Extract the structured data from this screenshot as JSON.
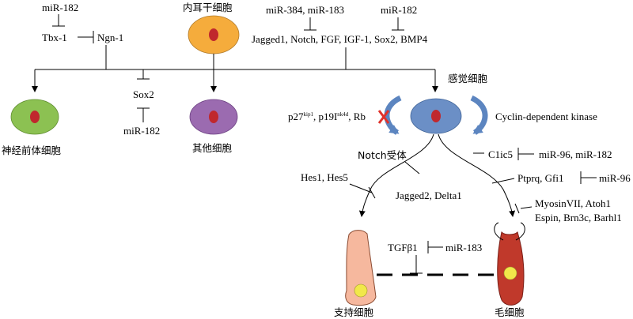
{
  "labels": {
    "mir182_tbx": "miR-182",
    "tbx1": "Tbx-1",
    "ngn1": "Ngn-1",
    "stem_cell": "内耳干细胞",
    "mir384_183": "miR-384, miR-183",
    "mir182_top": "miR-182",
    "factors": "Jagged1, Notch, FGF, IGF-1, Sox2, BMP4",
    "sensory_cell": "感觉细胞",
    "sox2": "Sox2",
    "mir182_sox2": "miR-182",
    "neural_precursor": "神经前体细胞",
    "other_cells": "其他细胞",
    "p27": "p27",
    "p27_sup": "kip1",
    "p19": ", p19I",
    "p19_sup": "nk4d",
    "rb": ", Rb",
    "cdk": "Cyclin-dependent  kinase",
    "notch_receptor": "Notch受体",
    "c1ic5": "C1ic5",
    "mir96_182": "miR-96, miR-182",
    "hes": "Hes1, Hes5",
    "ptprq": "Ptprq, Gfi1",
    "mir96": "miR-96",
    "jagged2": "Jagged2, Delta1",
    "myosin": "MyosinVII, Atoh1",
    "espin": "Espin, Brn3c, Barhl1",
    "tgfb1": "TGFβ1",
    "mir183": "miR-183",
    "supporting_cell": "支持细胞",
    "hair_cell": "毛细胞"
  },
  "colors": {
    "stem_fill": "#f5ac3c",
    "neural_fill": "#8cc152",
    "other_fill": "#9b6bb0",
    "sensory_fill": "#6b8fc6",
    "support_fill": "#f6b89e",
    "hair_fill": "#c0392b",
    "nucleus_red": "#c0282d",
    "nucleus_yellow": "#f1e84a",
    "arrow_blue": "#5c85c0",
    "cross_red": "#e0322b"
  }
}
